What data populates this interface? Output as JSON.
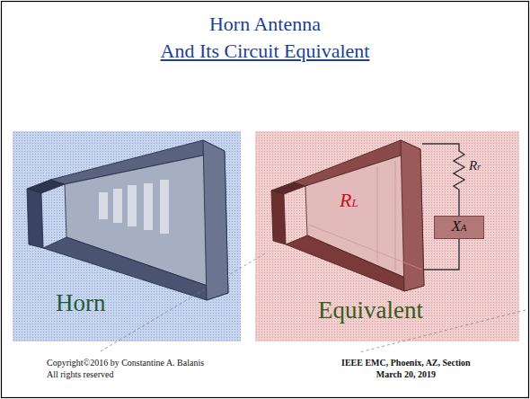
{
  "diagram": {
    "title": "Horn Antenna",
    "nodes": [
      {
        "text": [
          "Horn"
        ]
      },
      {
        "text": [
          "Equivalent"
        ]
      },
      {
        "text": [
          "XA"
        ],
        "in": 1
      }
    ],
    "labels": [
      "And Its Circuit Equivalent",
      "RL",
      "Rr",
      "Copyright©2016  by Constantine A. Balanis",
      "All rights reserved",
      "IEEE EMC, Phoenix, AZ, Section",
      "March 20, 2019"
    ]
  }
}
